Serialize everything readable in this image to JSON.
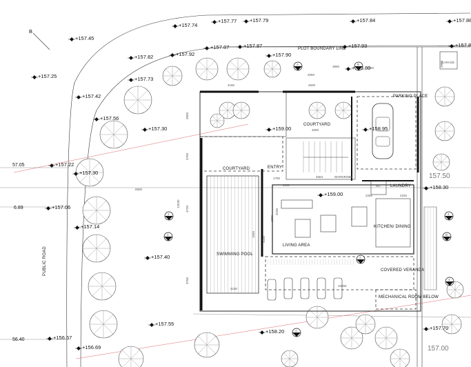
{
  "north_label": "B",
  "plot_boundary_label": "PLOT BOUNDARY LINE",
  "road_label": "PUBLIC ROAD",
  "edge_levels": [
    {
      "id": "l1",
      "text": "57.05"
    },
    {
      "id": "l2",
      "text": "6.89"
    },
    {
      "id": "l3",
      "text": "56.40"
    }
  ],
  "level_marks": [
    {
      "id": "a",
      "text": "+157.45"
    },
    {
      "id": "b",
      "text": "+157.74"
    },
    {
      "id": "c",
      "text": "+157.77"
    },
    {
      "id": "d",
      "text": "+157.79"
    },
    {
      "id": "e",
      "text": "+157.84"
    },
    {
      "id": "f",
      "text": "+157.82"
    },
    {
      "id": "g",
      "text": "+157.92"
    },
    {
      "id": "h",
      "text": "+157.87"
    },
    {
      "id": "i",
      "text": "+157.87"
    },
    {
      "id": "j",
      "text": "+157.90"
    },
    {
      "id": "k",
      "text": "+157.93"
    },
    {
      "id": "l",
      "text": "+157.88"
    },
    {
      "id": "m",
      "text": "+157.25"
    },
    {
      "id": "n",
      "text": "+157.73"
    },
    {
      "id": "o",
      "text": "+158.80"
    },
    {
      "id": "p",
      "text": "+157.42"
    },
    {
      "id": "q",
      "text": "+157.56"
    },
    {
      "id": "r",
      "text": "+157.30"
    },
    {
      "id": "s",
      "text": "+159.00"
    },
    {
      "id": "t",
      "text": "+158.95"
    },
    {
      "id": "u",
      "text": "+157.22"
    },
    {
      "id": "v",
      "text": "+157.30"
    },
    {
      "id": "w",
      "text": "+158.30"
    },
    {
      "id": "x",
      "text": "+159.00"
    },
    {
      "id": "y",
      "text": "+157.06"
    },
    {
      "id": "z",
      "text": "+157.14"
    },
    {
      "id": "aa",
      "text": "+157.40"
    },
    {
      "id": "ab",
      "text": "+157.55"
    },
    {
      "id": "ac",
      "text": "+158.20"
    },
    {
      "id": "ad",
      "text": "+157.70"
    },
    {
      "id": "ae",
      "text": "+156.57"
    },
    {
      "id": "af",
      "text": "+156.69"
    },
    {
      "id": "ag",
      "text": "+157.88"
    }
  ],
  "rooms": {
    "courtyard_top": "COURTYARD",
    "courtyard_left": "COURTYARD",
    "entry": "ENTRY",
    "parking": "PARKING PLACE",
    "wardrobe": "WARDROBE",
    "wc": "WC",
    "laundry": "LAUNDRY",
    "kitchen_dining": "KITCHEN/ DINING",
    "living_area": "LIVING AREA",
    "swimming_pool": "SWIMMING POOL",
    "covered_veranda": "COVERED VERANDA",
    "mechanical_room": "MECHANICAL ROOM BELOW",
    "garage": "GARAGE"
  },
  "big_levels": {
    "upper": "157.50",
    "lower": "157.00"
  },
  "section_markers": [
    {
      "id": "s1",
      "text": "A"
    },
    {
      "id": "s2",
      "text": "2"
    },
    {
      "id": "s3",
      "text": "3"
    },
    {
      "id": "s4",
      "text": "2"
    },
    {
      "id": "s5",
      "text": "B"
    },
    {
      "id": "s6",
      "text": "4"
    },
    {
      "id": "s7",
      "text": "B"
    },
    {
      "id": "s8",
      "text": "A"
    },
    {
      "id": "s9",
      "text": "4"
    }
  ],
  "dimensions": [
    {
      "id": "d1",
      "text": "4150"
    },
    {
      "id": "d2",
      "text": "4500"
    },
    {
      "id": "d3",
      "text": "3850"
    },
    {
      "id": "d4",
      "text": "3950"
    },
    {
      "id": "d5",
      "text": "2050"
    },
    {
      "id": "d6",
      "text": "3850"
    },
    {
      "id": "d7",
      "text": "4500"
    },
    {
      "id": "d8",
      "text": "3750"
    },
    {
      "id": "d9",
      "text": "4653"
    },
    {
      "id": "d10",
      "text": "6500"
    },
    {
      "id": "d11",
      "text": "12530"
    },
    {
      "id": "d12",
      "text": "4720"
    },
    {
      "id": "d13",
      "text": "3750"
    },
    {
      "id": "d14",
      "text": "4150"
    },
    {
      "id": "d15",
      "text": "10650"
    },
    {
      "id": "d16",
      "text": "2256"
    },
    {
      "id": "d17",
      "text": "2225"
    },
    {
      "id": "d18",
      "text": "1800"
    },
    {
      "id": "d19",
      "text": "1550"
    },
    {
      "id": "d20",
      "text": "3150"
    },
    {
      "id": "d21",
      "text": "1750"
    },
    {
      "id": "d22",
      "text": "2050"
    },
    {
      "id": "d23",
      "text": "3900"
    },
    {
      "id": "d24",
      "text": "4500"
    }
  ]
}
